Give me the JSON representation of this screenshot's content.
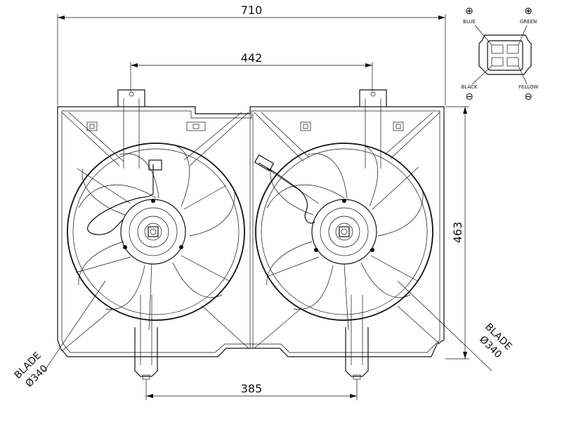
{
  "dimensions": {
    "total_width": "710",
    "fan_spacing": "442",
    "height": "463",
    "mount_spacing": "385",
    "blade_left": [
      "BLADE",
      "Ø340"
    ],
    "blade_right": [
      "BLADE",
      "Ø340"
    ]
  },
  "connector": {
    "blue": "BLUE",
    "green": "GREEN",
    "black": "BLACK",
    "yellow": "YELLOW",
    "plus": "⊕",
    "minus": "⊖"
  }
}
